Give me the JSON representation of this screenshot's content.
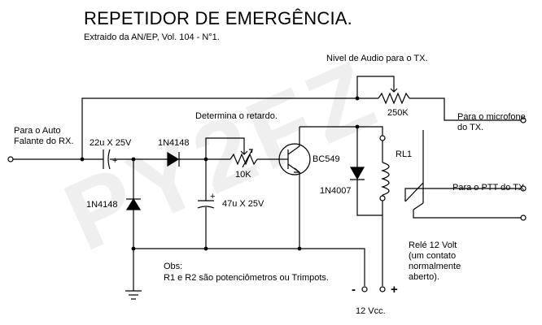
{
  "title": "REPETIDOR DE EMERGÊNCIA.",
  "subtitle": "Extraido da AN/EP, Vol. 104 - N°1.",
  "watermark": "PY2FZ",
  "labels": {
    "speaker_in_1": "Para o Auto",
    "speaker_in_2": "Falante do RX.",
    "c1": "22u X 25V",
    "c1_plus": "+",
    "d1": "1N4148",
    "d2": "1N4148",
    "delay": "Determina o retardo.",
    "r1": "10K",
    "c2": "47u X 25V",
    "c2_plus": "+",
    "transistor": "BC549",
    "audio_level": "Nivel de Audio para o TX.",
    "r2": "250K",
    "mic_1": "Para o microfone",
    "mic_2": "do TX.",
    "relay": "RL1",
    "d3": "1N4007",
    "ptt": "Para o PTT do TX.",
    "relay_note_1": "Relé 12 Volt",
    "relay_note_2": "(um contato",
    "relay_note_3": "normalmente",
    "relay_note_4": "aberto).",
    "obs_1": "Obs:",
    "obs_2": "R1 e R2 são potenciômetros ou Trimpots.",
    "minus": "-",
    "plus": "+",
    "vcc": "12 Vcc."
  }
}
